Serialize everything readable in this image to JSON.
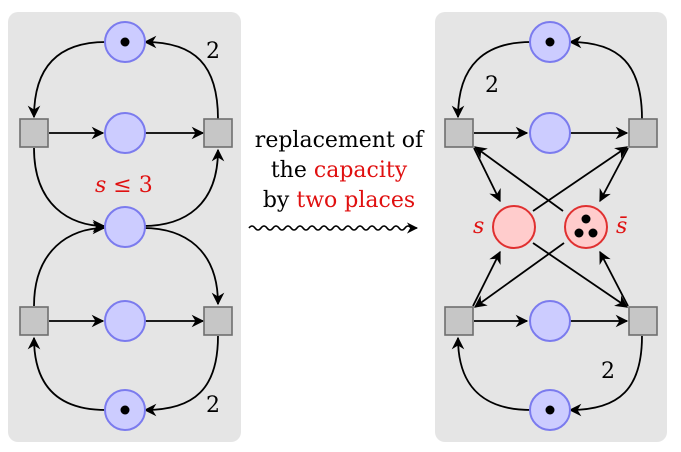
{
  "left_panel": {
    "weight_top": "2",
    "weight_bottom": "2",
    "capacity": {
      "var": "s",
      "op": "≤",
      "num": "3"
    }
  },
  "right_panel": {
    "weight_top": "2",
    "weight_bottom": "2",
    "place_s_label": "s",
    "place_sbar_label": "s̄"
  },
  "caption": {
    "line1": "replacement of",
    "line2_prefix": "the ",
    "line2_red": "capacity",
    "line3_prefix": "by ",
    "line3_red": "two places"
  },
  "colors": {
    "panel_bg": "#e5e5e5",
    "place_fill": "#ccccff",
    "place_stroke": "#7b7bee",
    "transition_fill": "#c6c6c6",
    "transition_stroke": "#6e6e6e",
    "red_fill": "#ffcccc",
    "red_stroke": "#e03030",
    "red_text": "#e01010"
  },
  "icons": [
    "wavy-arrow-icon",
    "token-icon"
  ]
}
